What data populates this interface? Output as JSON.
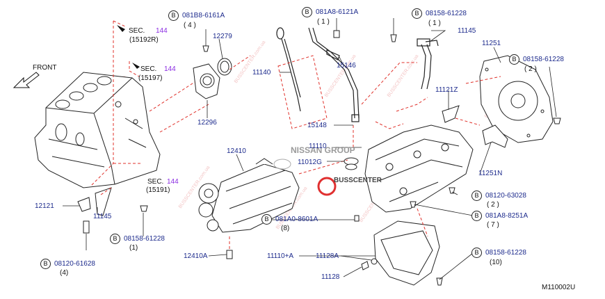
{
  "diagram_code": "M110002U",
  "front_label": "FRONT",
  "sections": [
    {
      "key": "sec1",
      "prefix": "SEC.",
      "num": "144",
      "ref": "(15192R)"
    },
    {
      "key": "sec2",
      "prefix": "SEC.",
      "num": "144",
      "ref": "(15197)"
    },
    {
      "key": "sec3",
      "prefix": "SEC.",
      "num": "144",
      "ref": "(15191)"
    }
  ],
  "parts": {
    "p11140": "11140",
    "p11145a": "11145",
    "p11145b": "11145",
    "p11251": "11251",
    "p11251N": "11251N",
    "p15146": "15146",
    "p15148": "15148",
    "p11121Z": "11121Z",
    "p11110": "11110",
    "p11012G": "11012G",
    "p12279": "12279",
    "p12296": "12296",
    "p12410": "12410",
    "p12410A": "12410A",
    "p12121": "12121",
    "p11110A": "11110+A",
    "p11128A": "11128A",
    "p11128": "11128"
  },
  "bolts": [
    {
      "key": "b1",
      "code": "081B8-6161A",
      "qty": "( 4 )"
    },
    {
      "key": "b2",
      "code": "081A8-6121A",
      "qty": "( 1 )"
    },
    {
      "key": "b3",
      "code": "08158-61228",
      "qty": "( 1 )"
    },
    {
      "key": "b4",
      "code": "08158-61228",
      "qty": "( 2 )"
    },
    {
      "key": "b5",
      "code": "08120-63028",
      "qty": "( 2 )"
    },
    {
      "key": "b6",
      "code": "081A8-8251A",
      "qty": "( 7 )"
    },
    {
      "key": "b7",
      "code": "08158-61228",
      "qty": "(10)"
    },
    {
      "key": "b8",
      "code": "081A0-8601A",
      "qty": "(8)"
    },
    {
      "key": "b9",
      "code": "08158-61228",
      "qty": "(1)"
    },
    {
      "key": "b10",
      "code": "08120-61628",
      "qty": "(4)"
    }
  ],
  "bolt_marker": "B",
  "watermark": {
    "line1": "NISSAN GROUP",
    "line2": "BUSSCENTER"
  },
  "colors": {
    "label": "#1c2a8c",
    "sec_num": "#8a2be2",
    "dash": "#e0302a",
    "line": "#222222"
  }
}
